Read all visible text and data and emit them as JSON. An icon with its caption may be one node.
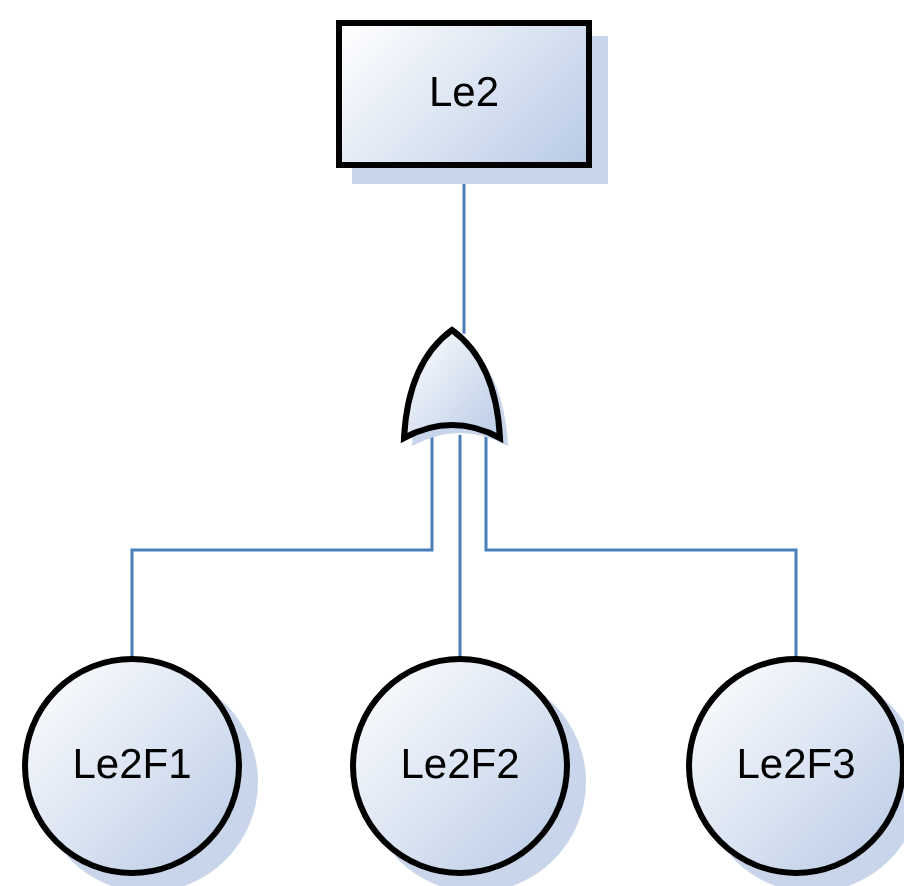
{
  "diagram": {
    "nodes": [
      {
        "text": [
          "Le2"
        ]
      },
      {
        "text": [],
        "shape": "gate"
      },
      {
        "text": [
          "Le2F1"
        ]
      },
      {
        "text": [
          "Le2F2"
        ]
      },
      {
        "text": [
          "Le2F3"
        ]
      }
    ],
    "edges": [
      {
        "from": 1,
        "to": 0,
        "arrow": "none"
      },
      {
        "from": 2,
        "to": 1,
        "arrow": "none"
      },
      {
        "from": 3,
        "to": 1,
        "arrow": "none"
      },
      {
        "from": 4,
        "to": 1,
        "arrow": "none"
      }
    ]
  }
}
